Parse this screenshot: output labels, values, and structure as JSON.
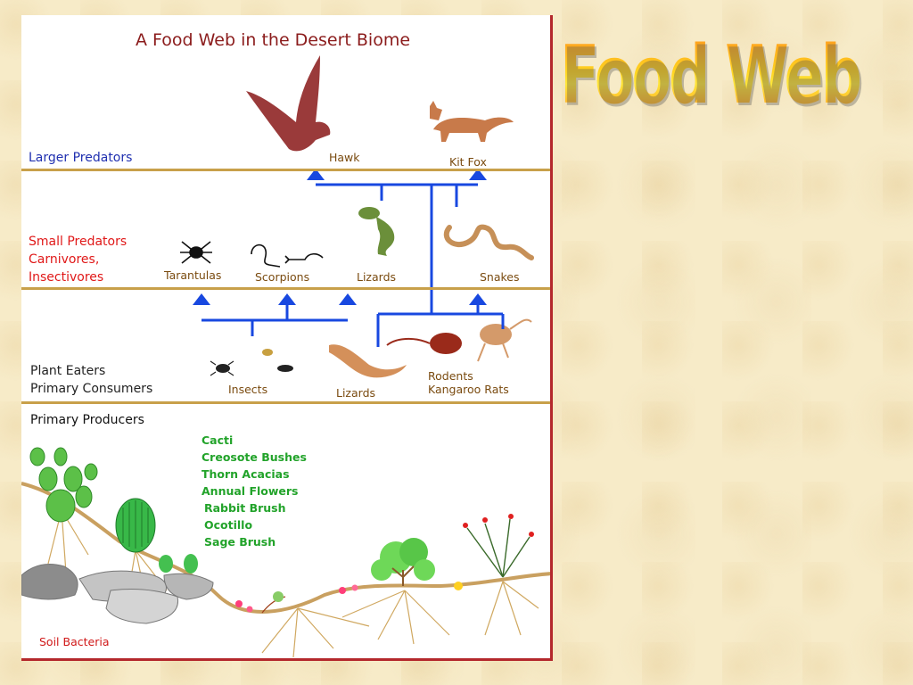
{
  "slide_title": "Food Web",
  "diagram": {
    "title": "A Food Web in the Desert Biome",
    "levels": {
      "larger_predators": "Larger  Predators",
      "small_predators": [
        "Small Predators",
        "Carnivores,",
        "Insectivores"
      ],
      "plant_eaters": [
        "Plant Eaters",
        "Primary Consumers"
      ],
      "primary_producers": "Primary Producers"
    },
    "organisms": {
      "hawk": "Hawk",
      "kit_fox": "Kit Fox",
      "tarantulas": "Tarantulas",
      "scorpions": "Scorpions",
      "lizards_predator": "Lizards",
      "snakes": "Snakes",
      "insects": "Insects",
      "lizards_consumer": "Lizards",
      "rodents": [
        "Rodents",
        "Kangaroo  Rats"
      ]
    },
    "producers": [
      "Cacti",
      "Creosote Bushes",
      "Thorn Acacias",
      "Annual Flowers",
      "Rabbit Brush",
      "Ocotillo",
      "Sage Brush"
    ],
    "decomposer": "Soil Bacteria",
    "colors": {
      "title": "#8b1c1c",
      "larger_predators": "#2030b0",
      "small_predators": "#e01818",
      "plant_eaters": "#222222",
      "arrows": "#1848e0",
      "producer_list": "#22a32a",
      "divider": "#c8a04a",
      "frame": "#b4282c"
    }
  }
}
